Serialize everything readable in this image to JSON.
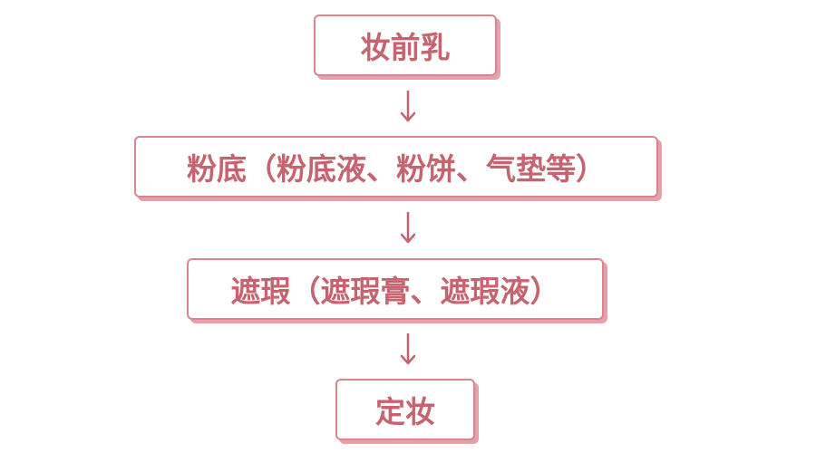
{
  "flow": {
    "steps": [
      {
        "label": "妆前乳"
      },
      {
        "label": "粉底（粉底液、粉饼、气垫等）"
      },
      {
        "label": "遮瑕（遮瑕膏、遮瑕液）"
      },
      {
        "label": "定妆"
      }
    ]
  },
  "colors": {
    "accent": "#d9848f",
    "text": "#c7636f",
    "shadow": "#e7a0aa"
  }
}
